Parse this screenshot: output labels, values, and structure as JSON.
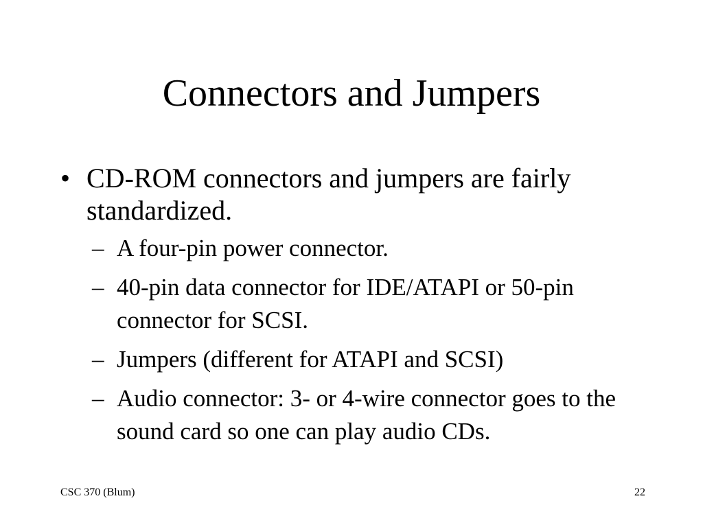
{
  "slide": {
    "title": "Connectors and Jumpers",
    "bullet_marker": "•",
    "sub_marker": "–",
    "bullets": [
      {
        "text": "CD-ROM connectors and jumpers are fairly standardized.",
        "sub_items": [
          "A four-pin power connector.",
          "40-pin data connector for IDE/ATAPI or 50-pin connector for SCSI.",
          "Jumpers (different for ATAPI and SCSI)",
          "Audio connector:  3- or 4-wire connector goes to the sound card so one can play audio CDs."
        ]
      }
    ]
  },
  "footer": {
    "course": "CSC 370 (Blum)",
    "page_number": "22"
  }
}
